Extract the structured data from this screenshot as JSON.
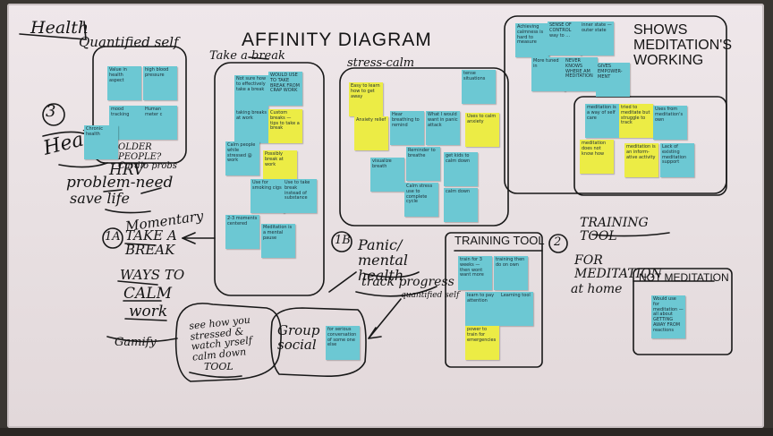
{
  "colors": {
    "board": "#ece4e7",
    "note_blue": "#6cc8d3",
    "note_yellow": "#ecec45",
    "marker": "#141414"
  },
  "board": {
    "title": "AFFINITY DIAGRAM",
    "left": {
      "health": "Health",
      "quantified_self": "Quantified self",
      "num3": "3",
      "health2": "Health",
      "hrv": "HRV",
      "problem_need": "problem-need",
      "save_life": "save life",
      "num1a": "1A",
      "momentary": "Momentary",
      "take_a_break": "TAKE A BREAK",
      "ways_to": "WAYS TO",
      "calm": "CALM",
      "work": "work",
      "gamify": "Gamify",
      "see_note": "see how you stressed & watch yrself calm down",
      "tool": "TOOL",
      "group_social": "Group social"
    },
    "notes_health": [
      "Value in health aspect",
      "high blood pressure",
      "mood tracking",
      "Human meter c",
      "Chronic health"
    ],
    "health_under": "OLDER PEOPLE? Cardio probs",
    "take_break": {
      "label": "Take a break",
      "notes": [
        "Not sure how to effectively take a break",
        "WOULD USE TO TAKE BREAK FROM CRAP WORK",
        "taking breaks at work",
        "Custom breaks — tips to take a break",
        "Calm people while stressed @ work",
        "Possibly break at work",
        "Use for smoking cigs",
        "Use to take break instead of substance",
        "2-3 moments centered",
        "Meditation is a mental pause"
      ]
    },
    "stress": {
      "label": "stress-calm",
      "notes": [
        "Easy to learn how to get away",
        "tense situations",
        "Anxiety relief",
        "Hear breathing to remind",
        "What I would want in panic attack",
        "Uses to calm anxiety",
        "Reminder to breathe",
        "visualize breath",
        "get kids to calm down",
        "Calm stress use to complete cycle",
        "calm down"
      ]
    },
    "num1b": "1B",
    "panic": "Panic/ mental health",
    "track": "track progress",
    "quantified2": "quantified self",
    "training": {
      "label": "TRAINING TOOL",
      "notes": [
        "train for 3 weeks — then wont want more",
        "training then do on own",
        "learn to pay attention",
        "Learning tool",
        "power to train for emergencies"
      ]
    },
    "group_note": "for serious conversation of some one else",
    "top_right": {
      "notes": [
        "Achieving calmness is hard to measure",
        "SENSE OF CONTROL way to ...",
        "inner state — outer state",
        "More tuned in",
        "NEVER KNOWS WHERE AM MEDITATION",
        "GIVES EMPOWER-MENT"
      ],
      "shows": "SHOWS MEDITATION'S WORKING"
    },
    "meditation_notes": [
      "meditation is a way of self care",
      "tried to meditate but struggle to track",
      "Uses from meditation's own",
      "meditation does not know how",
      "meditation is an inform-ative activity",
      "Lack of existing meditation support"
    ],
    "training2": "TRAINING TOOL",
    "num2": "2",
    "for_meditation": "FOR MEDITATION",
    "at_home": "at home",
    "not_meditation": {
      "label": "NOT MEDITATION",
      "note": "Would use for meditation — all about GETTING AWAY FROM reactions"
    }
  }
}
